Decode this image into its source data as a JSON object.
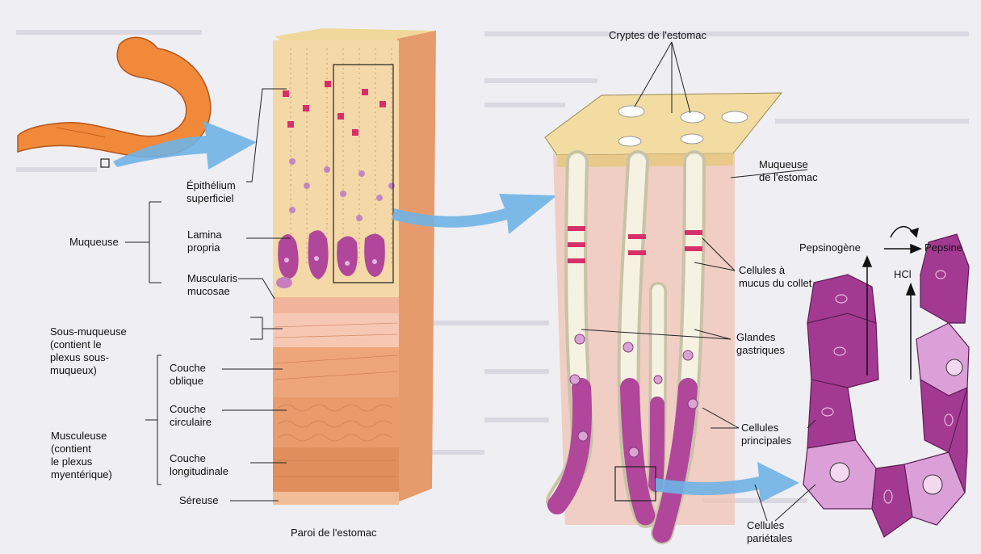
{
  "labels": {
    "cryptes": "Cryptes de l'estomac",
    "muqueuse_estomac": "Muqueuse\nde l'estomac",
    "pepsinogene": "Pepsinogène",
    "pepsine": "Pepsine",
    "hcl": "HCl",
    "cellules_mucus": "Cellules à\nmucus du collet",
    "glandes": "Glandes\ngastriques",
    "cellules_principales": "Cellules\nprincipales",
    "cellules_parietales": "Cellules\npariétales",
    "epithelium": "Épithélium\nsuperficiel",
    "lamina": "Lamina\npropria",
    "muscularis": "Muscularis\nmucosae",
    "muqueuse": "Muqueuse",
    "sous_muqueuse": "Sous-muqueuse\n(contient le\nplexus sous-\nmuqueux)",
    "couche_oblique": "Couche\noblique",
    "couche_circulaire": "Couche\ncirculaire",
    "couche_longitudinale": "Couche\nlongitudinale",
    "musculeuse": "Musculeuse\n(contient\nle plexus\nmyentérique)",
    "sereuse": "Séreuse",
    "paroi": "Paroi de l'estomac"
  },
  "colors": {
    "background": "#efeef3",
    "stomach": "#f08a3a",
    "tissue_pink": "#f1c9b7",
    "muscle": "#e8a070",
    "gland_purple": "#b0479a",
    "mucus_cell": "#d6306a",
    "arrow_blue": "#6fb3e6"
  }
}
